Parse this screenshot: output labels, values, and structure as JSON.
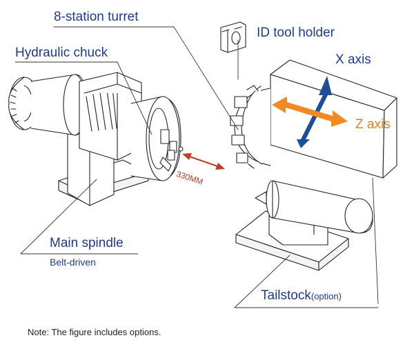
{
  "labels": {
    "turret": "8-station turret",
    "chuck": "Hydraulic chuck",
    "id_holder": "ID tool holder",
    "x_axis": "X axis",
    "z_axis": "Z axis",
    "distance": "330MM",
    "main_spindle": "Main spindle",
    "belt_driven": "Belt-driven",
    "tailstock": "Tailstock",
    "tailstock_option": "(option)"
  },
  "note": "Note: The figure includes options.",
  "colors": {
    "label_text": "#1f3a8a",
    "x_axis_arrow": "#1f4e99",
    "z_axis_arrow": "#f08a24",
    "z_axis_text": "#e8801a",
    "distance_arrow": "#c0392b",
    "line_art": "#222222"
  }
}
